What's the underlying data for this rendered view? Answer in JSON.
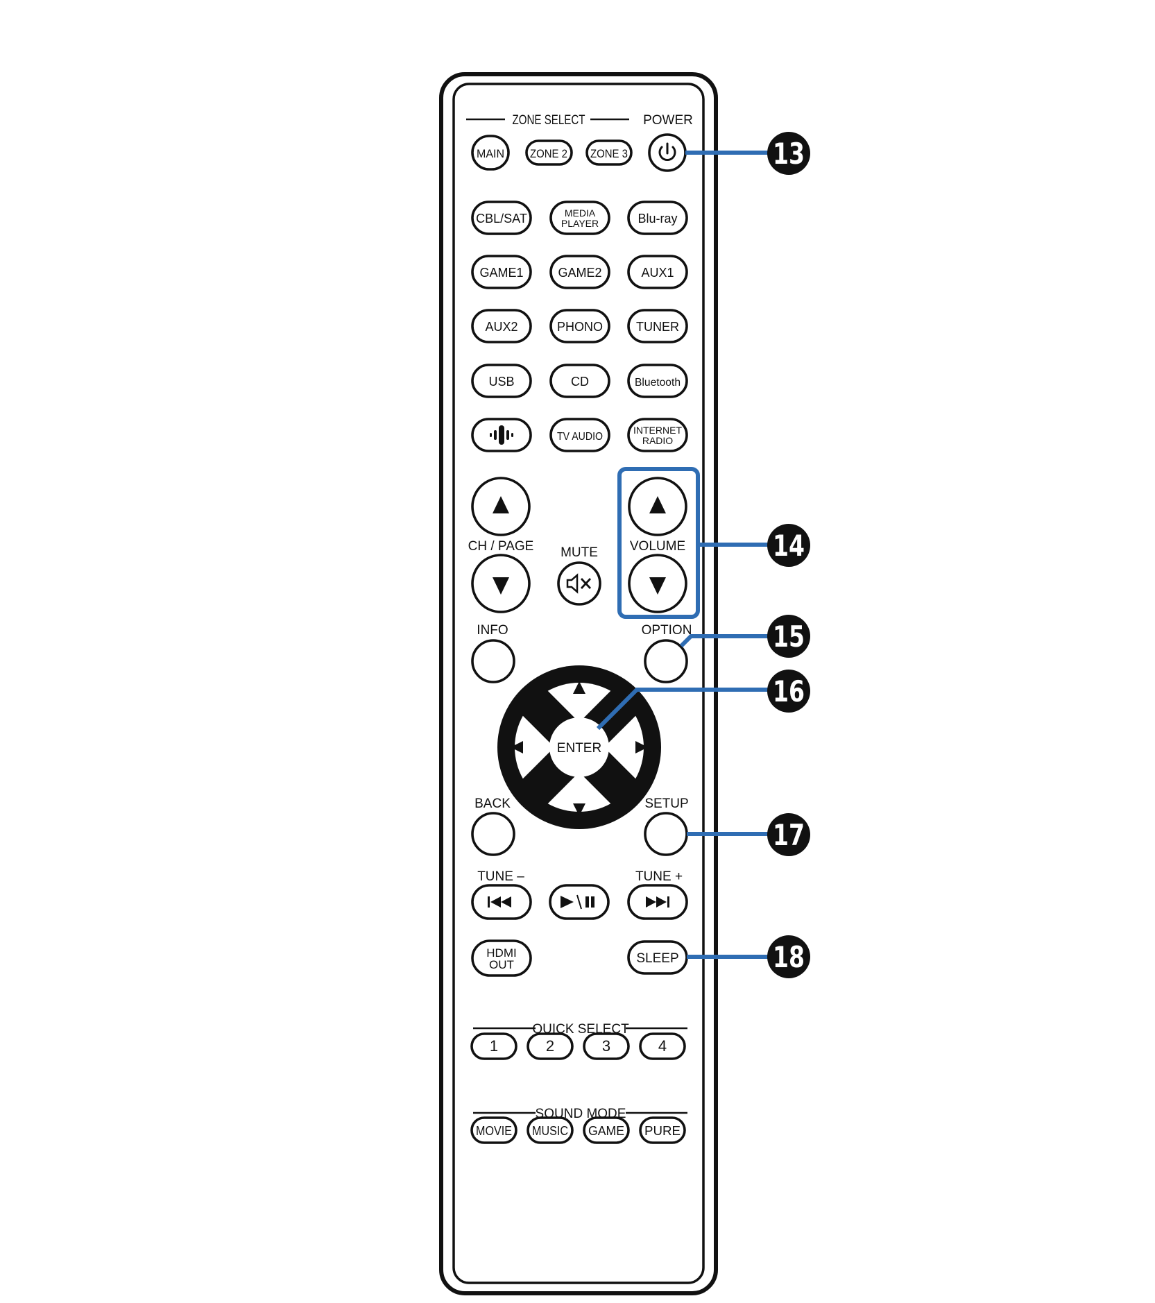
{
  "colors": {
    "outline": "#111111",
    "callout": "#2f6db3",
    "background": "#ffffff"
  },
  "header": {
    "zone_select": "ZONE SELECT",
    "power": "POWER"
  },
  "zone_buttons": [
    "MAIN",
    "ZONE 2",
    "ZONE 3"
  ],
  "input_rows": [
    [
      {
        "line1": "CBL/SAT"
      },
      {
        "line1": "MEDIA",
        "line2": "PLAYER"
      },
      {
        "line1": "Blu-ray"
      }
    ],
    [
      {
        "line1": "GAME1"
      },
      {
        "line1": "GAME2"
      },
      {
        "line1": "AUX1"
      }
    ],
    [
      {
        "line1": "AUX2"
      },
      {
        "line1": "PHONO"
      },
      {
        "line1": "TUNER"
      }
    ],
    [
      {
        "line1": "USB"
      },
      {
        "line1": "CD"
      },
      {
        "line1": "Bluetooth"
      }
    ],
    [
      {
        "icon": "heos-icon"
      },
      {
        "line1": "TV AUDIO"
      },
      {
        "line1": "INTERNET",
        "line2": "RADIO"
      }
    ]
  ],
  "labels": {
    "ch_page": "CH / PAGE",
    "mute": "MUTE",
    "volume": "VOLUME",
    "info": "INFO",
    "option": "OPTION",
    "enter": "ENTER",
    "back": "BACK",
    "setup": "SETUP",
    "tune_minus": "TUNE –",
    "tune_plus": "TUNE +",
    "hdmi_out_1": "HDMI",
    "hdmi_out_2": "OUT",
    "sleep": "SLEEP",
    "quick_select": "QUICK SELECT",
    "sound_mode": "SOUND MODE"
  },
  "quick_select_buttons": [
    "1",
    "2",
    "3",
    "4"
  ],
  "sound_mode_buttons": [
    "MOVIE",
    "MUSIC",
    "GAME",
    "PURE"
  ],
  "callouts": [
    {
      "number": "13",
      "target": "power-button"
    },
    {
      "number": "14",
      "target": "volume-buttons"
    },
    {
      "number": "15",
      "target": "option-button"
    },
    {
      "number": "16",
      "target": "enter-button"
    },
    {
      "number": "17",
      "target": "setup-button"
    },
    {
      "number": "18",
      "target": "sleep-button"
    }
  ]
}
